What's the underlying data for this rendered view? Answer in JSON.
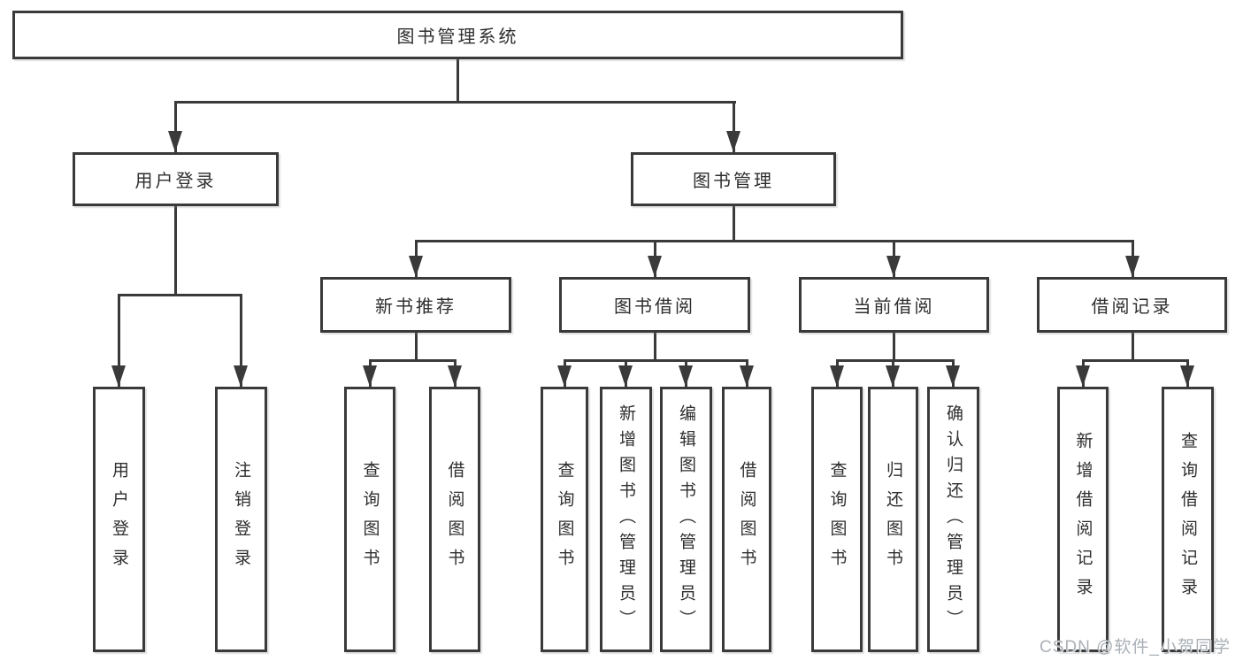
{
  "diagram": {
    "title": "图书管理系统",
    "root": {
      "label": "图书管理系统"
    },
    "level2": [
      {
        "id": "login",
        "label": "用户登录"
      },
      {
        "id": "mgmt",
        "label": "图书管理"
      }
    ],
    "level3": [
      {
        "id": "rec",
        "label": "新书推荐"
      },
      {
        "id": "borrow",
        "label": "图书借阅"
      },
      {
        "id": "current",
        "label": "当前借阅"
      },
      {
        "id": "records",
        "label": "借阅记录"
      }
    ],
    "leaves": [
      {
        "id": "user-login",
        "label": "用户登录"
      },
      {
        "id": "logout",
        "label": "注销登录"
      },
      {
        "id": "rec-query",
        "label": "查询图书"
      },
      {
        "id": "rec-borrow",
        "label": "借阅图书"
      },
      {
        "id": "b-query",
        "label": "查询图书"
      },
      {
        "id": "b-add",
        "label": "新增图书（管理员）"
      },
      {
        "id": "b-edit",
        "label": "编辑图书（管理员）"
      },
      {
        "id": "b-borrow",
        "label": "借阅图书"
      },
      {
        "id": "c-query",
        "label": "查询图书"
      },
      {
        "id": "c-return",
        "label": "归还图书"
      },
      {
        "id": "c-confirm",
        "label": "确认归还（管理员）"
      },
      {
        "id": "r-add",
        "label": "新增借阅记录"
      },
      {
        "id": "r-query",
        "label": "查询借阅记录"
      }
    ],
    "watermark": "CSDN @软件_小贺同学",
    "colors": {
      "line": "#3a3a3a",
      "text": "#2e2e2e",
      "background": "#ffffff",
      "watermark": "#aab0b6"
    }
  }
}
